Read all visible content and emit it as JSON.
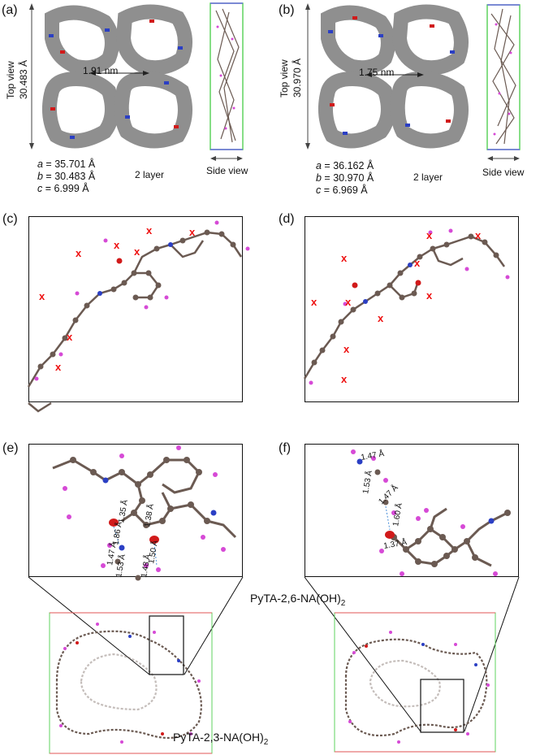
{
  "panels": {
    "a": {
      "letter": "(a)",
      "top_view_label": "Top view",
      "top_view_value": "30.483 Å",
      "pore_size": "1.91 nm",
      "lattice": {
        "a": "35.701 Å",
        "b": "30.483 Å",
        "c": "6.999 Å"
      },
      "layer_label": "2 layer",
      "side_view_label": "Side view"
    },
    "b": {
      "letter": "(b)",
      "top_view_label": "Top view",
      "top_view_value": "30.970 Å",
      "pore_size": "1.75 nm",
      "lattice": {
        "a": "36.162 Å",
        "b": "30.970 Å",
        "c": "6.969 Å"
      },
      "layer_label": "2 layer",
      "side_view_label": "Side view"
    },
    "c": {
      "letter": "(c)",
      "mark": "x"
    },
    "d": {
      "letter": "(d)",
      "mark": "x"
    },
    "e": {
      "letter": "(e)",
      "bond_lengths": [
        "1.35 Å",
        "1.86 Å",
        "1.38 Å",
        "1.50 Å",
        "1.47 Å",
        "1.53 Å",
        "1.48 Å"
      ],
      "structure_name": "PyTA-2,3-NA(OH)",
      "structure_sub": "2"
    },
    "f": {
      "letter": "(f)",
      "bond_lengths": [
        "1.47 Å",
        "1.53 Å",
        "1.47 Å",
        "1.60 Å",
        "1.37 Å"
      ],
      "structure_name": "PyTA-2,6-NA(OH)",
      "structure_sub": "2"
    }
  },
  "colors": {
    "carbon": "#6b5a52",
    "hydrogen": "#d64ad6",
    "nitrogen": "#2b3fc4",
    "oxygen": "#d11a1a",
    "framework_gray": "#8a8a8a",
    "cell_green": "#5fd35f",
    "cell_red": "#e05555",
    "cell_blue": "#6a6ae0",
    "mark_red": "#e11111"
  }
}
